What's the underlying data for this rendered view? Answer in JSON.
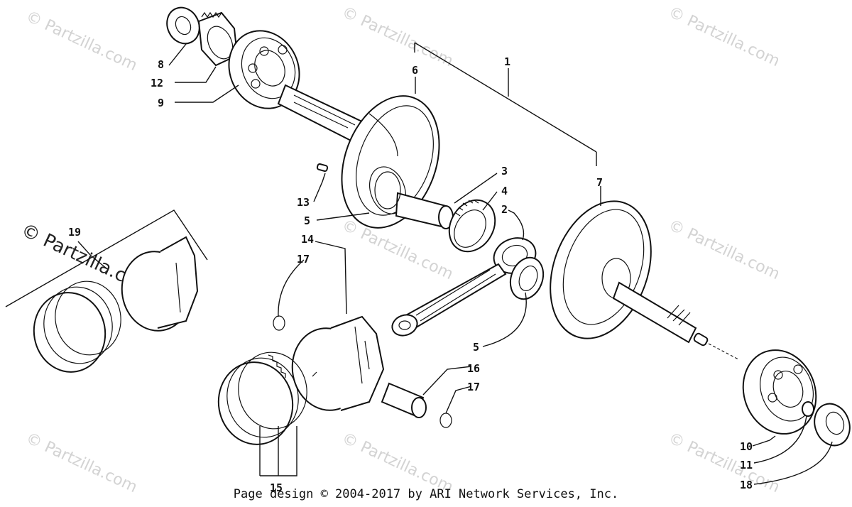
{
  "watermark": "© Partzilla.com",
  "callouts": {
    "c1": "1",
    "c2": "2",
    "c3": "3",
    "c4": "4",
    "c5a": "5",
    "c5b": "5",
    "c6": "6",
    "c7": "7",
    "c8": "8",
    "c9": "9",
    "c10": "10",
    "c11": "11",
    "c12": "12",
    "c13": "13",
    "c14": "14",
    "c15": "15",
    "c16": "16",
    "c17a": "17",
    "c17b": "17",
    "c18": "18",
    "c19": "19"
  },
  "footer": "Page design © 2004-2017 by ARI Network Services, Inc."
}
